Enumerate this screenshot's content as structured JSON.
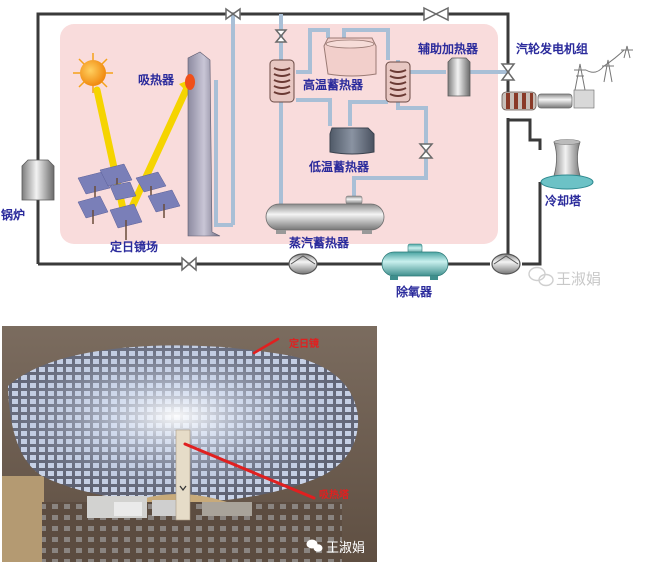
{
  "diagram": {
    "title": "塔式太阳能热发电系统示意图",
    "labels": {
      "absorber": "吸热器",
      "heliostat_field": "定日镜场",
      "boiler": "锅炉",
      "high_temp_storage": "高温蓄热器",
      "low_temp_storage": "低温蓄热器",
      "steam_accumulator": "蒸汽蓄热器",
      "aux_heater": "辅助加热器",
      "turbine_generator": "汽轮发电机组",
      "cooling_tower": "冷却塔",
      "deaerator": "除氧器"
    },
    "watermark": "王淑娟",
    "colors": {
      "background_panel": "#f9dcdc",
      "pipe_main": "#3a3a3a",
      "pipe_secondary": "#a9bfd6",
      "label_text": "#2b2b9c",
      "sun": "#f7a21b",
      "ray": "#f5d400"
    }
  },
  "photo": {
    "labels": {
      "heliostat": "定日镜",
      "tower": "吸热塔"
    },
    "watermark": "王淑娟",
    "colors": {
      "ground": "#6b5a4c",
      "mirror": "#c8d2e6",
      "pointer": "#e02020"
    }
  }
}
